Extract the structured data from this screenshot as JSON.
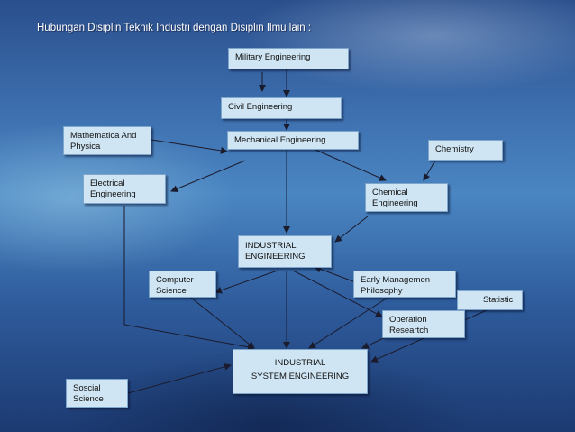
{
  "slide": {
    "title": "Hubungan Disiplin Teknik Industri dengan Disiplin Ilmu lain :"
  },
  "nodes": {
    "military": [
      "Military Engineering"
    ],
    "civil": [
      "Civil Engineering"
    ],
    "mechanical": [
      "Mechanical Engineering"
    ],
    "math": [
      "Mathematica And",
      "Physica"
    ],
    "chemistry": [
      "Chemistry"
    ],
    "electrical": [
      "Electrical",
      "Engineering"
    ],
    "chemical": [
      "Chemical",
      "Engineering"
    ],
    "industrial": [
      "INDUSTRIAL",
      "ENGINEERING"
    ],
    "computer": [
      "Computer",
      "Science"
    ],
    "early": [
      "Early Managemen",
      "Philosophy"
    ],
    "statistic": [
      "Statistic"
    ],
    "operation": [
      "Operation",
      "Researtch"
    ],
    "system": [
      "INDUSTRIAL",
      "SYSTEM ENGINEERING"
    ],
    "social": [
      "Soscial",
      "Science"
    ]
  },
  "colors": {
    "box_fill": "#cfe5f3",
    "arrow": "#1b1b2e"
  }
}
